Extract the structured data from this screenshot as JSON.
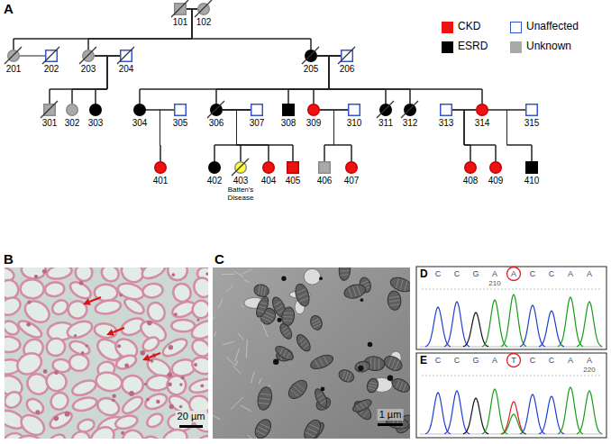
{
  "diagram": {
    "nodes": [
      {
        "text": [
          "101"
        ]
      },
      {
        "text": [
          "102"
        ]
      },
      {
        "text": [
          "201"
        ]
      },
      {
        "text": [
          "202"
        ]
      },
      {
        "text": [
          "203"
        ]
      },
      {
        "text": [
          "204"
        ]
      },
      {
        "text": [
          "205"
        ]
      },
      {
        "text": [
          "206"
        ]
      },
      {
        "text": [
          "301"
        ]
      },
      {
        "text": [
          "302"
        ]
      },
      {
        "text": [
          "303"
        ]
      },
      {
        "text": [
          "304"
        ]
      },
      {
        "text": [
          "305"
        ]
      },
      {
        "text": [
          "306"
        ]
      },
      {
        "text": [
          "307"
        ]
      },
      {
        "text": [
          "308"
        ]
      },
      {
        "text": [
          "309"
        ]
      },
      {
        "text": [
          "310"
        ]
      },
      {
        "text": [
          "311"
        ]
      },
      {
        "text": [
          "312"
        ]
      },
      {
        "text": [
          "313"
        ]
      },
      {
        "text": [
          "314"
        ]
      },
      {
        "text": [
          "315"
        ]
      },
      {
        "text": [
          "401"
        ]
      },
      {
        "text": [
          "402"
        ]
      },
      {
        "text": [
          "403",
          "Batten's Disease"
        ]
      },
      {
        "text": [
          "404"
        ]
      },
      {
        "text": [
          "405"
        ]
      },
      {
        "text": [
          "406"
        ]
      },
      {
        "text": [
          "407"
        ]
      },
      {
        "text": [
          "408"
        ]
      },
      {
        "text": [
          "409"
        ]
      },
      {
        "text": [
          "410"
        ]
      }
    ],
    "edges": [
      {
        "from": 0,
        "to": 1,
        "arrow": "none"
      },
      {
        "from": 0,
        "to": 2,
        "arrow": "none"
      },
      {
        "from": 1,
        "to": 2,
        "arrow": "none"
      },
      {
        "from": 0,
        "to": 4,
        "arrow": "none"
      },
      {
        "from": 1,
        "to": 4,
        "arrow": "none"
      },
      {
        "from": 0,
        "to": 6,
        "arrow": "none"
      },
      {
        "from": 1,
        "to": 6,
        "arrow": "none"
      },
      {
        "from": 2,
        "to": 3,
        "arrow": "none"
      },
      {
        "from": 4,
        "to": 5,
        "arrow": "none"
      },
      {
        "from": 6,
        "to": 7,
        "arrow": "none"
      },
      {
        "from": 4,
        "to": 8,
        "arrow": "none"
      },
      {
        "from": 5,
        "to": 8,
        "arrow": "none"
      },
      {
        "from": 4,
        "to": 9,
        "arrow": "none"
      },
      {
        "from": 5,
        "to": 9,
        "arrow": "none"
      },
      {
        "from": 4,
        "to": 10,
        "arrow": "none"
      },
      {
        "from": 5,
        "to": 10,
        "arrow": "none"
      },
      {
        "from": 6,
        "to": 11,
        "arrow": "none"
      },
      {
        "from": 7,
        "to": 11,
        "arrow": "none"
      },
      {
        "from": 6,
        "to": 13,
        "arrow": "none"
      },
      {
        "from": 7,
        "to": 13,
        "arrow": "none"
      },
      {
        "from": 6,
        "to": 15,
        "arrow": "none"
      },
      {
        "from": 7,
        "to": 15,
        "arrow": "none"
      },
      {
        "from": 6,
        "to": 16,
        "arrow": "none"
      },
      {
        "from": 7,
        "to": 16,
        "arrow": "none"
      },
      {
        "from": 6,
        "to": 18,
        "arrow": "none"
      },
      {
        "from": 7,
        "to": 18,
        "arrow": "none"
      },
      {
        "from": 6,
        "to": 19,
        "arrow": "none"
      },
      {
        "from": 7,
        "to": 19,
        "arrow": "none"
      },
      {
        "from": 6,
        "to": 21,
        "arrow": "none"
      },
      {
        "from": 7,
        "to": 21,
        "arrow": "none"
      },
      {
        "from": 11,
        "to": 12,
        "arrow": "none"
      },
      {
        "from": 13,
        "to": 14,
        "arrow": "none"
      },
      {
        "from": 16,
        "to": 17,
        "arrow": "none"
      },
      {
        "from": 20,
        "to": 21,
        "arrow": "none"
      },
      {
        "from": 21,
        "to": 22,
        "arrow": "none"
      },
      {
        "from": 11,
        "to": 23,
        "arrow": "none"
      },
      {
        "from": 12,
        "to": 23,
        "arrow": "none"
      },
      {
        "from": 13,
        "to": 24,
        "arrow": "none"
      },
      {
        "from": 14,
        "to": 24,
        "arrow": "none"
      },
      {
        "from": 13,
        "to": 25,
        "arrow": "none"
      },
      {
        "from": 14,
        "to": 25,
        "arrow": "none"
      },
      {
        "from": 13,
        "to": 26,
        "arrow": "none"
      },
      {
        "from": 14,
        "to": 26,
        "arrow": "none"
      },
      {
        "from": 13,
        "to": 27,
        "arrow": "none"
      },
      {
        "from": 14,
        "to": 27,
        "arrow": "none"
      },
      {
        "from": 16,
        "to": 28,
        "arrow": "none"
      },
      {
        "from": 17,
        "to": 28,
        "arrow": "none"
      },
      {
        "from": 16,
        "to": 29,
        "arrow": "none"
      },
      {
        "from": 17,
        "to": 29,
        "arrow": "none"
      },
      {
        "from": 20,
        "to": 30,
        "arrow": "none"
      },
      {
        "from": 21,
        "to": 30,
        "arrow": "none"
      },
      {
        "from": 20,
        "to": 31,
        "arrow": "none"
      },
      {
        "from": 21,
        "to": 31,
        "arrow": "none"
      },
      {
        "from": 21,
        "to": 32,
        "arrow": "none"
      },
      {
        "from": 22,
        "to": 32,
        "arrow": "none"
      }
    ],
    "labels": [
      "A",
      "B",
      "C",
      "D",
      "C",
      "C",
      "G",
      "A",
      "A",
      "C",
      "C",
      "A",
      "A",
      "210",
      "E",
      "C",
      "C",
      "G",
      "A",
      "T",
      "C",
      "C",
      "A",
      "A",
      "220",
      "20 µm",
      "1 µm"
    ],
    "legend": [
      {
        "text": "CKD",
        "color": "#ee1111"
      },
      {
        "text": "Unaffected"
      },
      {
        "text": "ESRD",
        "color": "#000000"
      },
      {
        "text": "Unknown",
        "color": "#a9a9a9"
      }
    ]
  }
}
